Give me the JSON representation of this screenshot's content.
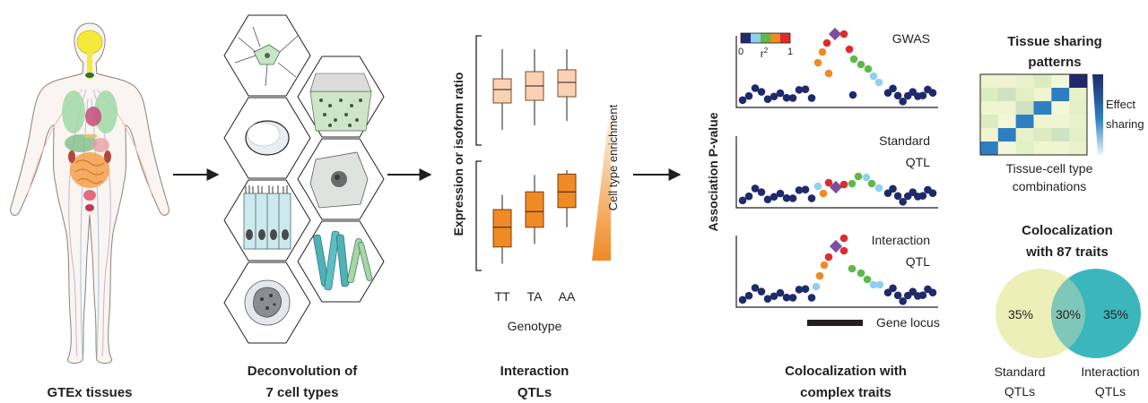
{
  "panels": {
    "tissues": {
      "caption": "GTEx tissues"
    },
    "deconvolution": {
      "caption_line1": "Deconvolution of",
      "caption_line2": "7 cell types"
    },
    "interaction": {
      "caption_line1": "Interaction",
      "caption_line2": "QTLs",
      "y_label": "Expression or isoform ratio",
      "x_label": "Genotype",
      "genotypes": [
        "TT",
        "TA",
        "AA"
      ],
      "gradient_label": "Cell type enrichment"
    },
    "colocalization": {
      "caption_line1": "Colocalization with",
      "caption_line2": "complex traits",
      "y_label": "Association P-value",
      "r2_min": "0",
      "r2_max": "1",
      "r2_label": "r",
      "gwas_label": "GWAS",
      "standard_label_1": "Standard",
      "standard_label_2": "QTL",
      "interaction_label_1": "Interaction",
      "interaction_label_2": "QTL",
      "gene_locus_label": "Gene locus"
    },
    "tissue_sharing": {
      "title_line1": "Tissue sharing",
      "title_line2": "patterns",
      "legend_line1": "Effect",
      "legend_line2": "sharing",
      "x_label_line1": "Tissue-cell type",
      "x_label_line2": "combinations"
    },
    "venn": {
      "title_line1": "Colocalization",
      "title_line2": "with 87 traits",
      "left_pct": "35%",
      "middle_pct": "30%",
      "right_pct": "35%",
      "left_label_1": "Standard",
      "left_label_2": "QTLs",
      "right_label_1": "Interaction",
      "right_label_2": "QTLs"
    }
  },
  "colors": {
    "navy": "#1f2a6b",
    "orange": "#f08a24",
    "light_orange": "#f9c9a8",
    "peach_box": "#fad1b4",
    "red": "#e02b2b",
    "purple": "#7b4fa0",
    "green": "#5fb84a",
    "light_blue": "#8fd0ee",
    "blue": "#3c8fc9",
    "venn_left": "#ecefb8",
    "venn_right": "#3bb6bd",
    "venn_mid": "#7fc7b8",
    "hex_stroke": "#231f20",
    "arrow": "#231f20"
  },
  "box_data": {
    "top_boxes": [
      {
        "genotype": "TT",
        "q1": 0.35,
        "median": 0.5,
        "q3": 0.62,
        "min": 0.05,
        "max": 0.95
      },
      {
        "genotype": "TA",
        "q1": 0.38,
        "median": 0.54,
        "q3": 0.7,
        "min": 0.1,
        "max": 0.95
      },
      {
        "genotype": "AA",
        "q1": 0.42,
        "median": 0.58,
        "q3": 0.72,
        "min": 0.15,
        "max": 0.95
      }
    ],
    "bottom_boxes": [
      {
        "genotype": "TT",
        "q1": 0.22,
        "median": 0.42,
        "q3": 0.6,
        "min": 0.05,
        "max": 0.75
      },
      {
        "genotype": "TA",
        "q1": 0.42,
        "median": 0.58,
        "q3": 0.78,
        "min": 0.25,
        "max": 0.95
      },
      {
        "genotype": "AA",
        "q1": 0.62,
        "median": 0.78,
        "q3": 0.96,
        "min": 0.42,
        "max": 1.0
      }
    ]
  },
  "heatmap": {
    "size": 6,
    "strong_cells": [
      [
        5,
        0
      ],
      [
        4,
        1
      ],
      [
        3,
        2
      ],
      [
        2,
        3
      ],
      [
        1,
        4
      ],
      [
        0,
        5
      ]
    ],
    "medium_cells": [
      [
        2,
        2
      ],
      [
        1,
        1
      ],
      [
        4,
        4
      ]
    ]
  }
}
